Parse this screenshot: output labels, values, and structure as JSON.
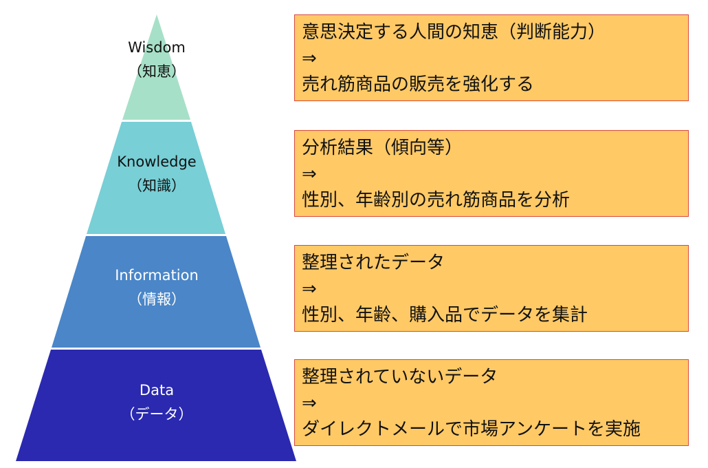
{
  "colors": {
    "wisdom": "#a7e0c8",
    "knowledge": "#78cfd6",
    "information": "#4a86c8",
    "data": "#2a29b0",
    "box_fill": "#ffc966",
    "box_border": "#d9473a"
  },
  "tiers": [
    {
      "en": "Wisdom",
      "ja": "（知恵）"
    },
    {
      "en": "Knowledge",
      "ja": "（知識）"
    },
    {
      "en": "Information",
      "ja": "（情報）"
    },
    {
      "en": "Data",
      "ja": "（データ）"
    }
  ],
  "boxes": [
    {
      "line1": "意思決定する人間の知恵（判断能力）",
      "arrow": "⇒",
      "line2": "売れ筋商品の販売を強化する"
    },
    {
      "line1": "分析結果（傾向等）",
      "arrow": "⇒",
      "line2": "性別、年齢別の売れ筋商品を分析"
    },
    {
      "line1": "整理されたデータ",
      "arrow": "⇒",
      "line2": "性別、年齢、購入品でデータを集計"
    },
    {
      "line1": "整理されていないデータ",
      "arrow": "⇒",
      "line2": "ダイレクトメールで市場アンケートを実施"
    }
  ]
}
